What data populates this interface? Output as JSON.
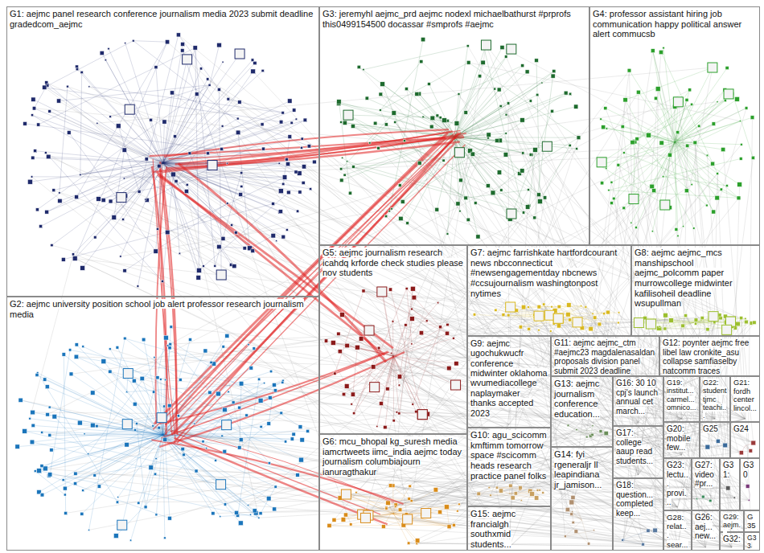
{
  "diagram": {
    "nodes": [
      {
        "text": [
          "G1: aejmc panel research conference journalism media 2023 submit deadline gradedcom_aejmc"
        ]
      },
      {
        "text": [
          "G2: aejmc university position school job alert professor research journalism media"
        ]
      },
      {
        "text": [
          "G3: jeremyhl aejmc_prd aejmc nodexl michaelbathurst #prprofs this0499154500 docassar #smprofs #aejmc"
        ]
      },
      {
        "text": [
          "G4: professor assistant hiring job communication happy political answer alert commucsb"
        ]
      },
      {
        "text": [
          "G5: aejmc journalism research icahdq krforde check studies please nov students"
        ]
      },
      {
        "text": [
          "G7: aejmc farrishkate hartfordcourant news nbcconnecticut #newsengagementday nbcnews #ccsujournalism washingtonpost nytimes"
        ]
      },
      {
        "text": [
          "G8: aejmc aejmc_mcs manshipschool aejmc_polcomm paper murrowcollege midwinter kafilisoheil deadline wsupullman"
        ]
      },
      {
        "text": [
          "G6: mcu_bhopal kg_suresh media iamcrtweets iimc_india aejmc today journalism columbiajourn ianuragthakur"
        ]
      },
      {
        "text": [
          "G9: aejmc ugochukwucfr conference midwinter oklahoma wvumediacollege naplaymaker thanks accepted 2023"
        ]
      },
      {
        "text": [
          "G11: aejmc aejmc_ctm #aejmc23 magdalenasaldan proposals division panel submit 2023 deadline"
        ]
      },
      {
        "text": [
          "G12: poynter aejmc free libel law cronkite_asu collapse samfiaselby natcomm traces"
        ]
      },
      {
        "text": [
          "G10: agu_scicomm kmftimm tomorrow space #scicomm heads research practice panel folks"
        ]
      },
      {
        "text": [
          "G15: aejmc francialgh southxmid students..."
        ]
      },
      {
        "text": [
          "G13: aejmc journalism conference education..."
        ]
      },
      {
        "text": [
          "G16: 30 10 cpj's launch annual cet march..."
        ]
      },
      {
        "text": [
          "G17: college aaup read students..."
        ]
      },
      {
        "text": [
          "G18: question... completed keep..."
        ]
      },
      {
        "text": [
          "G14: fyi rgeneraljr ll leapindiana jr_jamison..."
        ]
      },
      {
        "text": [
          "G19: institut... carmel... omnico..."
        ]
      },
      {
        "text": [
          "G22: student tjmc teachi..."
        ]
      },
      {
        "text": [
          "G21: fordh center lincol..."
        ]
      },
      {
        "text": [
          "G20: mobile few..."
        ]
      },
      {
        "text": [
          "G25"
        ]
      },
      {
        "text": [
          "G24"
        ]
      },
      {
        "text": [
          "G23: lectu... provi..."
        ]
      },
      {
        "text": [
          "G27: video #pr..."
        ]
      },
      {
        "text": [
          "G31:"
        ]
      },
      {
        "text": [
          "G30"
        ]
      },
      {
        "text": [
          "G28: relat... sear..."
        ]
      },
      {
        "text": [
          "G26: aej... new..."
        ]
      },
      {
        "text": [
          "G29: aejm..."
        ]
      },
      {
        "text": [
          "G35"
        ]
      },
      {
        "text": [
          "G32:"
        ]
      },
      {
        "text": [
          "G33"
        ]
      }
    ]
  }
}
